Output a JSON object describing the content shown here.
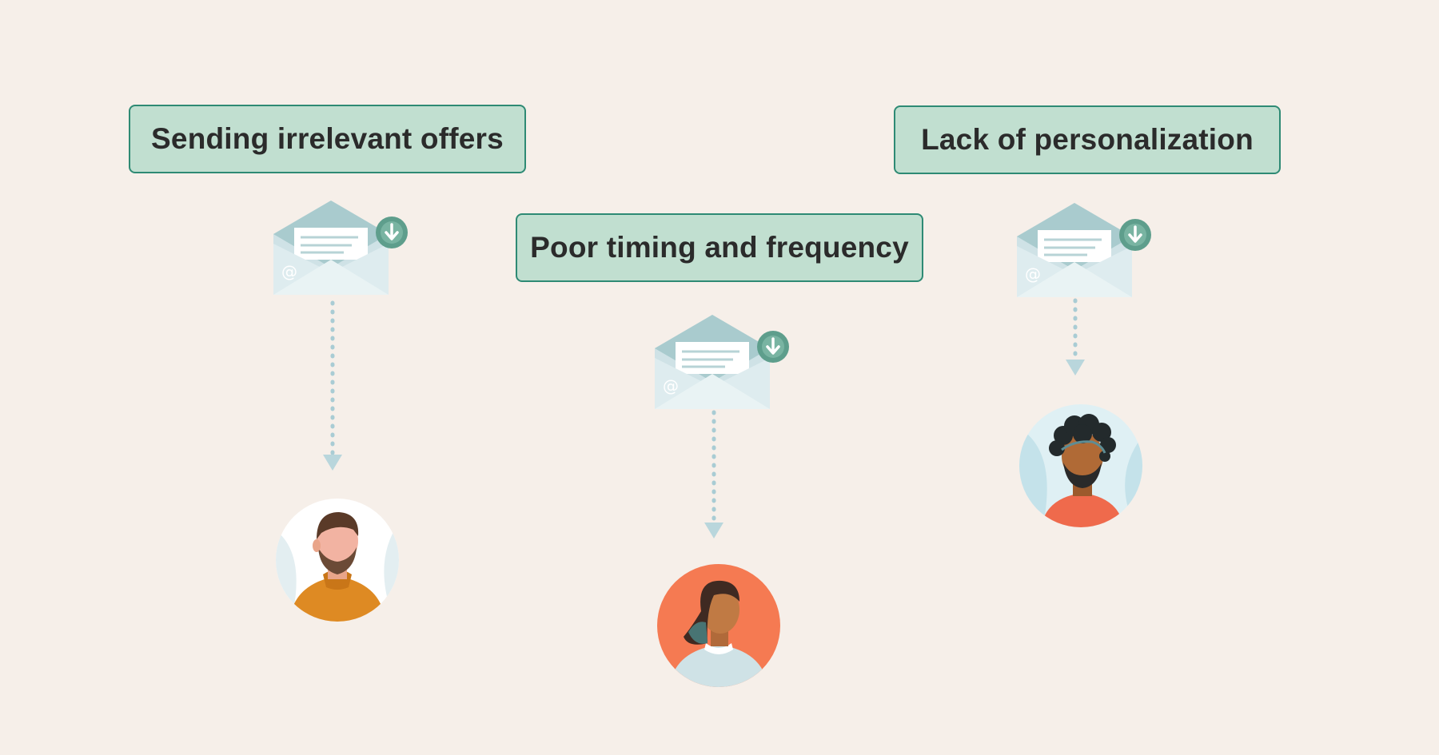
{
  "labels": {
    "offers": "Sending irrelevant offers",
    "timing": "Poor timing and frequency",
    "personalization": "Lack of personalization"
  },
  "colors": {
    "background": "#f6efe9",
    "label_fill": "#c1dfd0",
    "label_border": "#2e8a74",
    "label_text": "#2b2b2b",
    "envelope": "#d7e8ea",
    "download_badge": "#5e9e8c",
    "connector": "#a9ccd4",
    "avatar_orange_bg": "#f57a52",
    "sweater_orange": "#de8a23",
    "sweater_red": "#ef6a4c"
  },
  "icons": {
    "envelope": "open-envelope-with-download-icon",
    "avatar_1": "bearded-man-avatar",
    "avatar_2": "woman-avatar",
    "avatar_3": "curly-haired-man-avatar"
  }
}
